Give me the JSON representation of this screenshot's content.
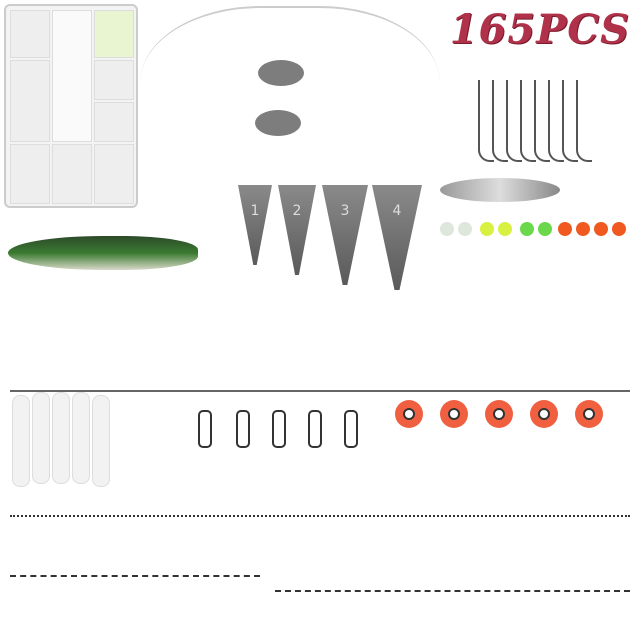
{
  "image": {
    "title": "165PCS",
    "title_color": "#b0324a",
    "sinker_labels": [
      "1",
      "2",
      "3",
      "4"
    ],
    "bead_colors": [
      "#dfe6dc",
      "#d8f040",
      "#6ad84a",
      "#f05a20"
    ],
    "components": [
      "tackle-box",
      "leader-wires",
      "egg-sinkers",
      "hooks",
      "pyramid-sinkers",
      "spoon-lure",
      "crankbait-lure",
      "beads",
      "grub-tails",
      "snap-swivels",
      "jig-heads",
      "three-way-swivels",
      "barrel-swivels",
      "snaps"
    ]
  }
}
